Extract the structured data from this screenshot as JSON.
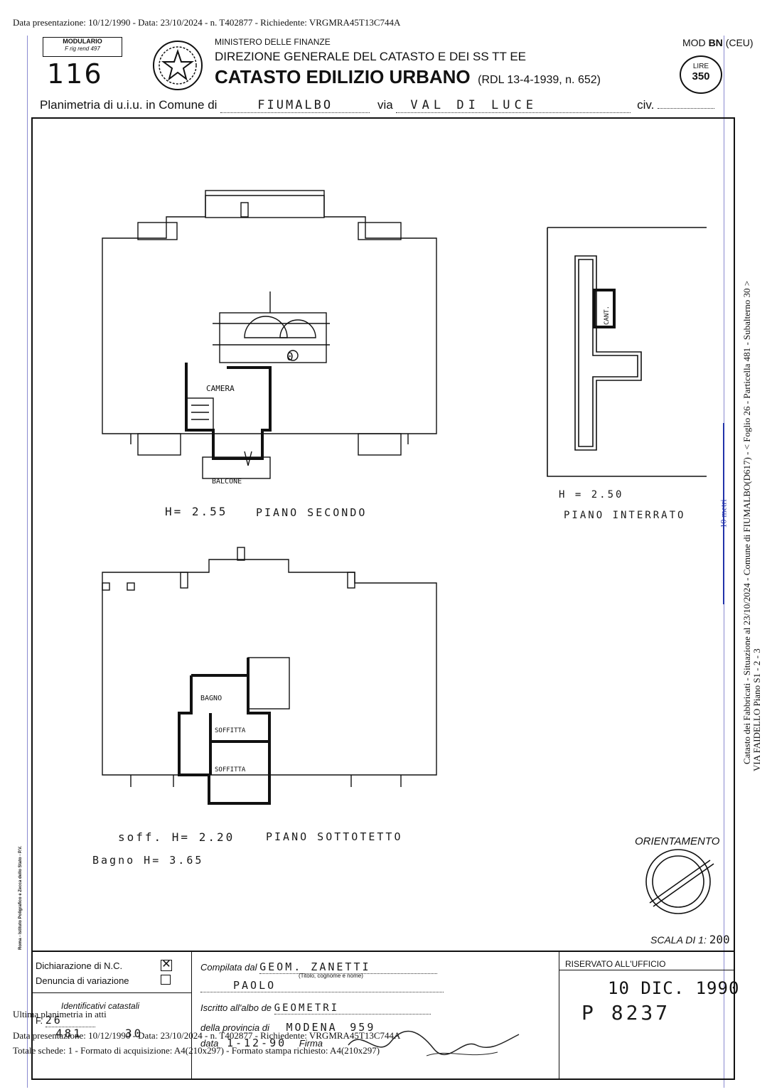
{
  "top_stamp": "Data presentazione: 10/12/1990 - Data: 23/10/2024 - n. T402877 - Richiedente: VRGMRA45T13C744A",
  "header": {
    "modulario_title": "MODULARIO",
    "modulario_sub": "F rig rend 497",
    "sheet_number": "116",
    "ministry": "MINISTERO DELLE FINANZE",
    "direction": "DIREZIONE GENERALE DEL CATASTO E DEI SS TT EE",
    "catasto": "CATASTO EDILIZIO URBANO",
    "law": "(RDL 13-4-1939, n. 652)",
    "mod": "MOD",
    "mod_bn": "BN",
    "mod_ceu": "(CEU)",
    "lire_label": "LIRE",
    "lire_value": "350",
    "planimetria_label": "Planimetria di u.i.u. in Comune di",
    "comune": "FIUMALBO",
    "via_label": "via",
    "via": "VAL DI LUCE",
    "civ_label": "civ."
  },
  "plans": {
    "secondo_room": "CAMERA",
    "secondo_balcony": "BALCONE",
    "secondo_height": "H= 2.55",
    "secondo_name": "PIANO SECONDO",
    "interrato_room": "CANT.",
    "interrato_height": "H = 2.50",
    "interrato_name": "PIANO INTERRATO",
    "sottotetto_bagno": "BAGNO",
    "sottotetto_soffitta1": "SOFFITTA",
    "sottotetto_soffitta2": "SOFFITTA",
    "sottotetto_height1": "soff. H= 2.20",
    "sottotetto_name": "PIANO SOTTOTETTO",
    "sottotetto_height2": "Bagno H= 3.65",
    "orientamento": "ORIENTAMENTO",
    "scala_label": "SCALA DI 1:",
    "scala_value": "200",
    "scale_bar": "10 metri",
    "number_mark": "0"
  },
  "side_text": "Catasto dei Fabbricati - Situazione al 23/10/2024 - Comune di FIUMALBO(D617) - < Foglio 26 - Particella 481 - Subalterno 30 >",
  "side_text2": "VIA FAIDELLO Piano S1 - 2 - 3",
  "footer": {
    "dichiarazione": "Dichiarazione di N.C.",
    "denuncia": "Denuncia di variazione",
    "identificativi": "Identificativi catastali",
    "f_label": "F.",
    "f_value": "26",
    "part_value": "481",
    "sub_value": "30",
    "compilata_label": "Compilata dal",
    "compilata_value": "GEOM. ZANETTI",
    "compilata_name": "PAOLO",
    "titolo_hint": "(Titolo, cognome e nome)",
    "iscritto_label": "Iscritto all'albo de",
    "iscritto_value": "GEOMETRI",
    "provincia_label": "della provincia di",
    "provincia_value": "MODENA",
    "albo_number": "959",
    "data_label": "data",
    "data_value": "1-12-90",
    "firma_label": "Firma",
    "riservato": "RISERVATO ALL'UFFICIO",
    "stamp_date": "10 DIC. 1990",
    "protocol": "P 8237",
    "tipografia": "Roma - Istituto Poligrafico e Zecca dello Stato - P.V."
  },
  "bottom_lines": {
    "line1": "Ultima planimetria in atti",
    "line2": "Data presentazione: 10/12/1990 - Data: 23/10/2024 - n. T402877 - Richiedente: VRGMRA45T13C744A",
    "line3": "Totale schede: 1 - Formato di acquisizione: A4(210x297) - Formato stampa richiesto: A4(210x297)"
  }
}
